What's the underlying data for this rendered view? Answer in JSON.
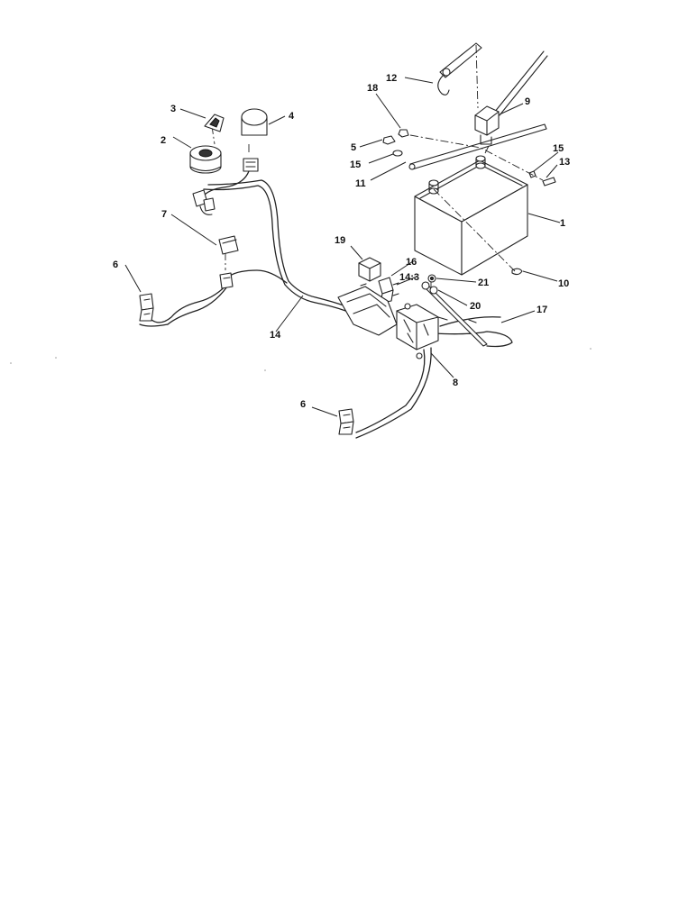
{
  "diagram": {
    "callouts": [
      {
        "key": "battery",
        "label": "1"
      },
      {
        "key": "ignition-switch",
        "label": "2"
      },
      {
        "key": "key",
        "label": "3"
      },
      {
        "key": "light-switch",
        "label": "4"
      },
      {
        "key": "pto-switch",
        "label": "7"
      },
      {
        "key": "seat-switch",
        "label": "6"
      },
      {
        "key": "brake-switch",
        "label": "6"
      },
      {
        "key": "starter-solenoid",
        "label": "8"
      },
      {
        "key": "battery-cover",
        "label": "9"
      },
      {
        "key": "battery-nut",
        "label": "10"
      },
      {
        "key": "bolt",
        "label": "11"
      },
      {
        "key": "battery-strap",
        "label": "12"
      },
      {
        "key": "screw",
        "label": "13"
      },
      {
        "key": "wire-harness",
        "label": "14"
      },
      {
        "key": "ground-wire",
        "label": "14:3"
      },
      {
        "key": "lock-washer-left",
        "label": "15"
      },
      {
        "key": "lock-washer-right",
        "label": "15"
      },
      {
        "key": "fuse-holder",
        "label": "16"
      },
      {
        "key": "ground-cable",
        "label": "17"
      },
      {
        "key": "nut",
        "label": "18"
      },
      {
        "key": "relay",
        "label": "19"
      },
      {
        "key": "flange-nut",
        "label": "20"
      },
      {
        "key": "washer",
        "label": "21"
      },
      {
        "key": "hex-nut",
        "label": "5"
      }
    ]
  }
}
